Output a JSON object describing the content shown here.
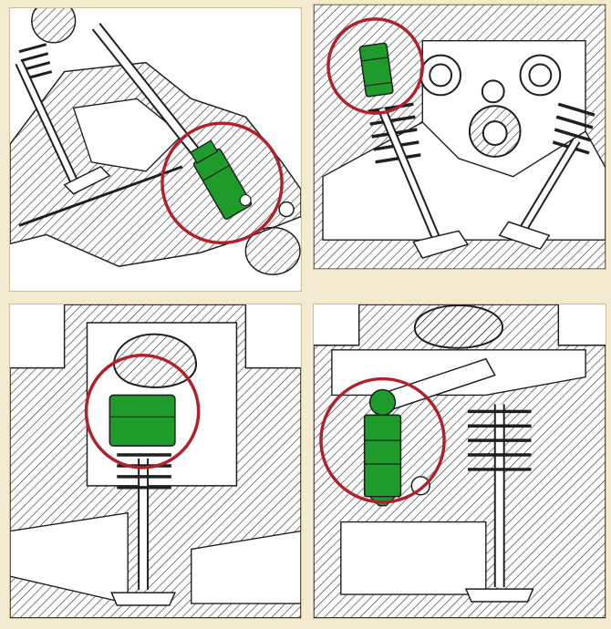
{
  "colors": {
    "background": "#f3ead0",
    "panel_border": "#cdbf95",
    "line": "#1f1f1f",
    "hatch": "#2a2a2a",
    "highlight_green": "#1f9b2c",
    "callout_circle": "#b0212b"
  },
  "panels": [
    {
      "kind": "rocker-arm-valve-train",
      "icon": "hydraulic-lifter-highlight"
    },
    {
      "kind": "dohc-cam-valve-train",
      "icon": "hydraulic-lifter-highlight"
    },
    {
      "kind": "bucket-tappet-valve-train",
      "icon": "hydraulic-lifter-highlight"
    },
    {
      "kind": "roller-follower-valve-train",
      "icon": "hydraulic-lifter-highlight"
    }
  ]
}
